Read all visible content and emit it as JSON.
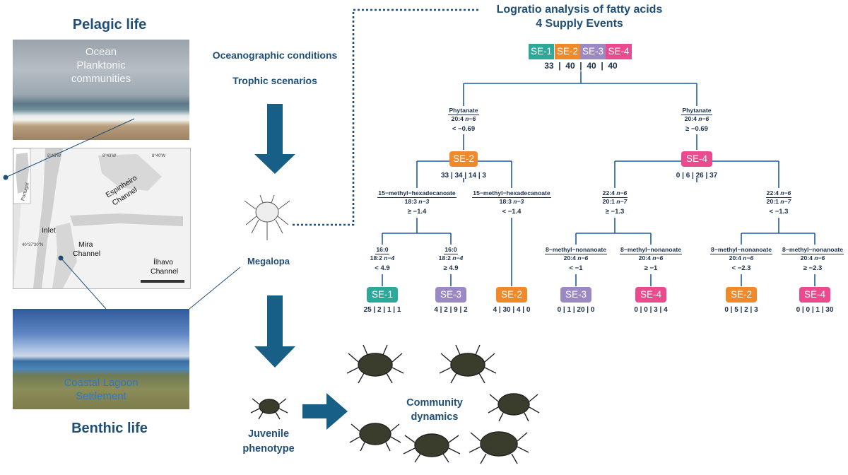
{
  "left": {
    "pelagic_title": "Pelagic life",
    "ocean_text": [
      "Ocean",
      "Planktonic",
      "communities"
    ],
    "benthic_title": "Benthic life",
    "lagoon_text": [
      "Coastal Lagoon",
      "Settlement"
    ],
    "map": {
      "labels": [
        "Espinheiro",
        "Channel",
        "Inlet",
        "Mira",
        "Channel",
        "Ílhavo",
        "Channel",
        "Portugal"
      ],
      "coords": [
        "8°45'W",
        "8°43'W",
        "8°40'W",
        "40°37'30\"N"
      ]
    }
  },
  "middle": {
    "conditions": "Oceanographic conditions",
    "scenarios": "Trophic scenarios",
    "megalopa": "Megalopa",
    "juvenile_line1": "Juvenile",
    "juvenile_line2": "phenotype",
    "community_line1": "Community",
    "community_line2": "dynamics"
  },
  "tree": {
    "title_line1": "Logratio analysis of fatty acids",
    "title_line2": "4 Supply Events",
    "root": {
      "labels": [
        "SE-1",
        "SE-2",
        "SE-3",
        "SE-4"
      ],
      "counts": "33  |  40  |  40  |  40"
    },
    "splits": {
      "root_left": {
        "num": "Phytanate",
        "den_a": "20:4 ",
        "den_b": "n−6",
        "thr": "< −0.69"
      },
      "root_right": {
        "num": "Phytanate",
        "den_a": "20:4 ",
        "den_b": "n−6",
        "thr": "≥ −0.69"
      },
      "l_left": {
        "num": "15−methyl−hexadecanoate",
        "den_a": "18:3 ",
        "den_b": "n−3",
        "thr": "≥ −1.4"
      },
      "l_right": {
        "num": "15−methyl−hexadecanoate",
        "den_a": "18:3 ",
        "den_b": "n−3",
        "thr": "< −1.4"
      },
      "r_left": {
        "num_a": "22:4 ",
        "num_b": "n−6",
        "den_a": "20:1 ",
        "den_b": "n−7",
        "thr": "≥ −1.3"
      },
      "r_right": {
        "num_a": "22:4 ",
        "num_b": "n−6",
        "den_a": "20:1 ",
        "den_b": "n−7",
        "thr": "< −1.3"
      },
      "ll_left": {
        "num": "16:0",
        "den_a": "18:2 ",
        "den_b": "n−4",
        "thr": "< 4.9"
      },
      "ll_right": {
        "num": "16:0",
        "den_a": "18:2 ",
        "den_b": "n−4",
        "thr": "≥ 4.9"
      },
      "rl_left": {
        "num": "8−methyl−nonanoate",
        "den_a": "20:4 ",
        "den_b": "n−6",
        "thr": "< −1"
      },
      "rl_right": {
        "num": "8−methyl−nonanoate",
        "den_a": "20:4 ",
        "den_b": "n−6",
        "thr": "≥ −1"
      },
      "rr_left": {
        "num": "8−methyl−nonanoate",
        "den_a": "20:4 ",
        "den_b": "n−6",
        "thr": "< −2.3"
      },
      "rr_right": {
        "num": "8−methyl−nonanoate",
        "den_a": "20:4 ",
        "den_b": "n−6",
        "thr": "≥ −2.3"
      }
    },
    "nodes": {
      "se2_mid": {
        "label": "SE-2",
        "counts": "33 | 34 | 14 | 3"
      },
      "se4_mid": {
        "label": "SE-4",
        "counts": "0 | 6 | 26 | 37"
      },
      "leaf1": {
        "label": "SE-1",
        "counts": "25 | 2 | 1 | 1"
      },
      "leaf2": {
        "label": "SE-3",
        "counts": "4 | 2 | 9 | 2"
      },
      "leaf3": {
        "label": "SE-2",
        "counts": "4 | 30 | 4 | 0"
      },
      "leaf4": {
        "label": "SE-3",
        "counts": "0 | 1 | 20 | 0"
      },
      "leaf5": {
        "label": "SE-4",
        "counts": "0 | 0 | 3 | 4"
      },
      "leaf6": {
        "label": "SE-2",
        "counts": "0 | 5 | 2 | 3"
      },
      "leaf7": {
        "label": "SE-4",
        "counts": "0 | 0 | 1 | 30"
      }
    }
  },
  "colors": {
    "SE-1": "#2ea89a",
    "SE-2": "#f0892a",
    "SE-3": "#9b89c4",
    "SE-4": "#ec4a8e",
    "arrow": "#175f86",
    "title": "#1f4e79",
    "tree_line": "#1f5aa6"
  }
}
